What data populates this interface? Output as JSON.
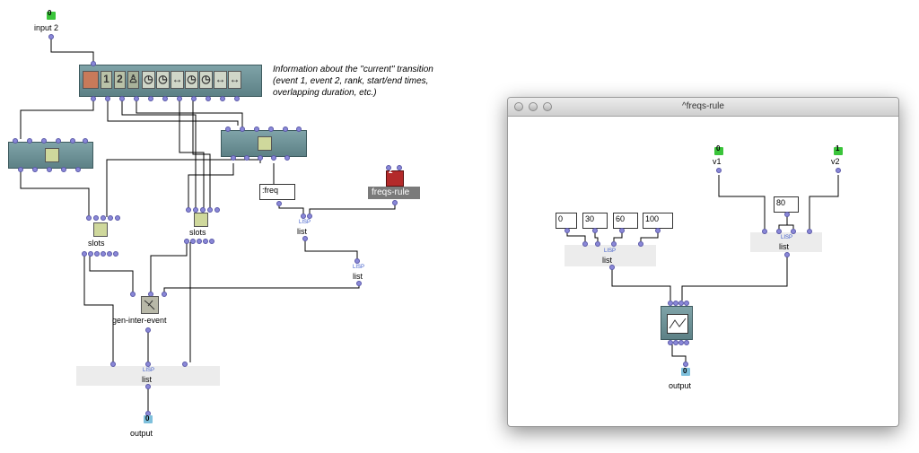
{
  "main_patch": {
    "comment_lines": [
      "Information about the \"current\" transition",
      "(event 1, event 2, rank, start/end times,",
      "overlapping duration, etc.)"
    ],
    "input_label": "input 2",
    "input_index": "0",
    "transition_cells": [
      "1",
      "2"
    ],
    "slots_label_1": "slots",
    "slots_label_2": "slots",
    "freq_value": ":freq",
    "list_label_1": "list",
    "list_label_2": "list",
    "list_label_3": "list",
    "lisp_tag": "LISP",
    "freqs_rule_label": "freqs-rule",
    "freqs_rule_badge": "2",
    "gen_inter_event_label": "gen-inter-event",
    "output_label": "output",
    "output_index": "0"
  },
  "window": {
    "title": "^freqs-rule",
    "values": [
      "0",
      "30",
      "60",
      "100"
    ],
    "value_80": "80",
    "v1_label": "v1",
    "v1_index": "0",
    "v2_label": "v2",
    "v2_index": "1",
    "list_label_1": "list",
    "list_label_2": "list",
    "lisp_tag": "LISP",
    "output_label": "output",
    "output_index": "0"
  }
}
